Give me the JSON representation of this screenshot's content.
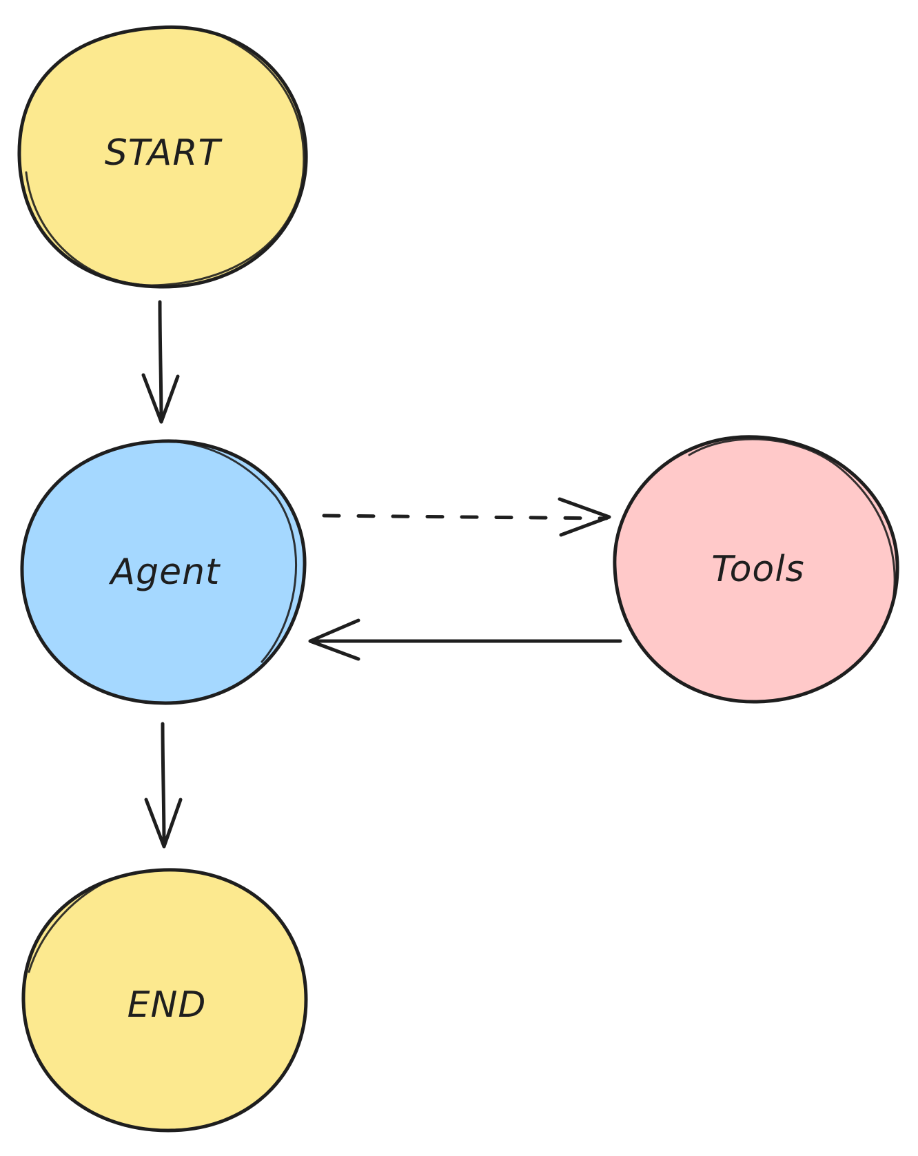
{
  "nodes": {
    "start": {
      "label": "START",
      "fill": "#fce98f"
    },
    "agent": {
      "label": "Agent",
      "fill": "#a5d8ff"
    },
    "tools": {
      "label": "Tools",
      "fill": "#ffc9c9"
    },
    "end": {
      "label": "END",
      "fill": "#fce98f"
    }
  },
  "edges": [
    {
      "from": "start",
      "to": "agent",
      "style": "solid"
    },
    {
      "from": "agent",
      "to": "tools",
      "style": "dashed"
    },
    {
      "from": "tools",
      "to": "agent",
      "style": "solid"
    },
    {
      "from": "agent",
      "to": "end",
      "style": "solid"
    }
  ],
  "colors": {
    "stroke": "#1e1e1e",
    "background": "#ffffff"
  }
}
